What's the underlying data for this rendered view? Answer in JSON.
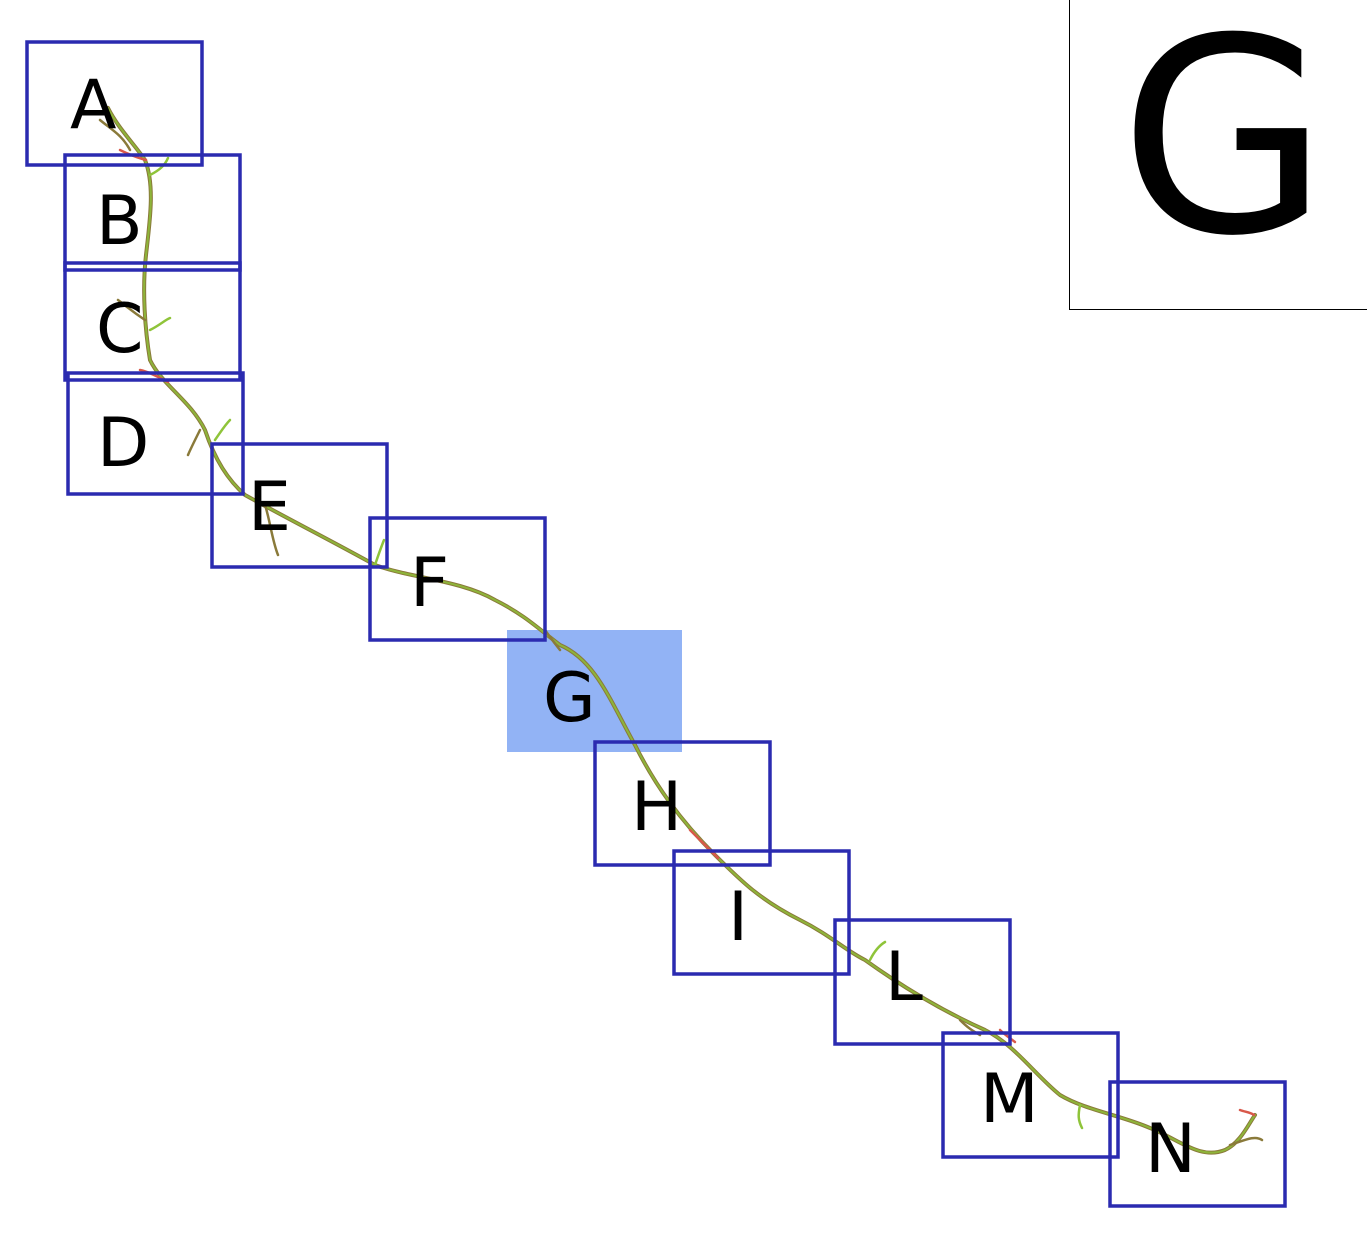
{
  "segments": [
    {
      "id": "A",
      "label": "A"
    },
    {
      "id": "B",
      "label": "B"
    },
    {
      "id": "C",
      "label": "C"
    },
    {
      "id": "D",
      "label": "D"
    },
    {
      "id": "E",
      "label": "E"
    },
    {
      "id": "F",
      "label": "F"
    },
    {
      "id": "G",
      "label": "G",
      "selected": true
    },
    {
      "id": "H",
      "label": "H"
    },
    {
      "id": "I",
      "label": "I"
    },
    {
      "id": "L",
      "label": "L"
    },
    {
      "id": "M",
      "label": "M"
    },
    {
      "id": "N",
      "label": "N"
    }
  ],
  "selected_segment": "G",
  "zoom_panel": {
    "label": "G"
  },
  "colors": {
    "box_border": "#2b2bb0",
    "selected_fill": "#7fa6f3",
    "root_main": "#8a7a3a",
    "root_green": "#8fc43a",
    "root_red": "#d8584a"
  }
}
